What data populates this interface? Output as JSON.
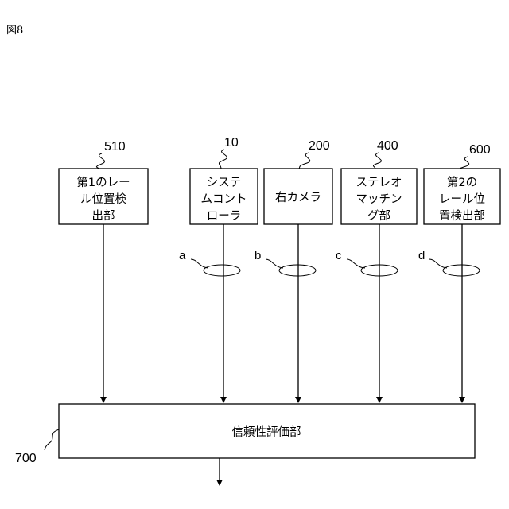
{
  "figure_label": "図8",
  "blocks": {
    "rail1": {
      "ref": "510",
      "lines": [
        "第1のレー",
        "ル位置検",
        "出部"
      ]
    },
    "controller": {
      "ref": "10",
      "lines": [
        "システ",
        "ムコント",
        "ローラ"
      ]
    },
    "right_camera": {
      "ref": "200",
      "lines": [
        "右カメラ"
      ]
    },
    "stereo": {
      "ref": "400",
      "lines": [
        "ステレオ",
        "マッチン",
        "グ部"
      ]
    },
    "rail2": {
      "ref": "600",
      "lines": [
        "第2の",
        "レール位",
        "置検出部"
      ]
    },
    "evaluator": {
      "ref": "700",
      "lines": [
        "信頼性評価部"
      ]
    }
  },
  "signals": {
    "a": "a",
    "b": "b",
    "c": "c",
    "d": "d"
  }
}
